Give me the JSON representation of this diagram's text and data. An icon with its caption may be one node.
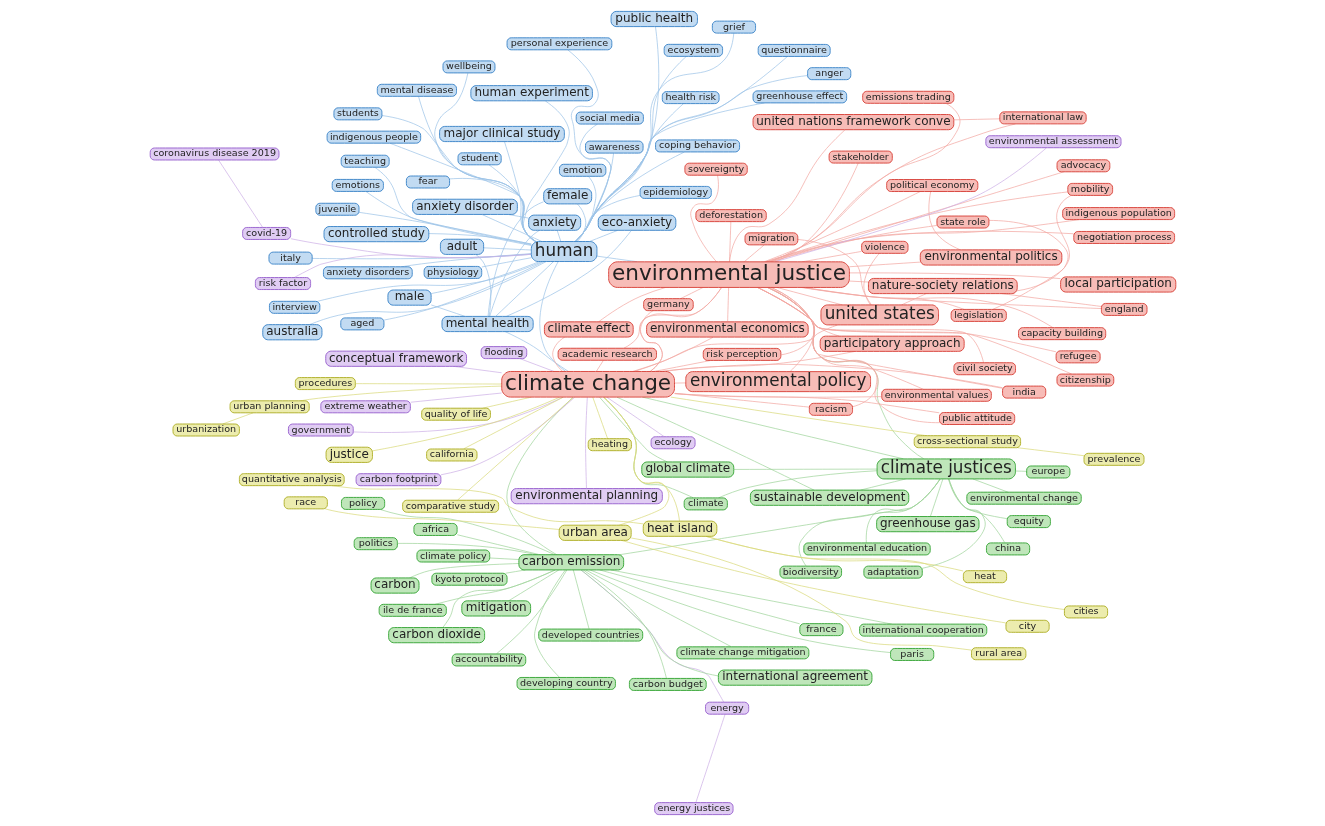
{
  "diagram": {
    "nodes": [
      {
        "text": [
          "ile de france"
        ]
      },
      {
        "text": [
          "paris"
        ]
      },
      {
        "text": [
          "developing country"
        ]
      },
      {
        "text": [
          "policy"
        ]
      },
      {
        "text": [
          "france"
        ]
      },
      {
        "text": [
          "climate policy"
        ]
      },
      {
        "text": [
          "carbon dioxide"
        ]
      },
      {
        "text": [
          "energy justices"
        ]
      },
      {
        "text": [
          "energy"
        ]
      },
      {
        "text": [
          "climate change mitigation"
        ]
      },
      {
        "text": [
          "carbon budget"
        ]
      },
      {
        "text": [
          "carbon"
        ]
      },
      {
        "text": [
          "international cooperation"
        ]
      },
      {
        "text": [
          "greenhouse effect"
        ]
      },
      {
        "text": [
          "personal experience"
        ]
      },
      {
        "text": [
          "developed countries"
        ]
      },
      {
        "text": [
          "international agreement"
        ]
      },
      {
        "text": [
          "indigenous people"
        ]
      },
      {
        "text": [
          "politics"
        ]
      },
      {
        "text": [
          "emotions"
        ]
      },
      {
        "text": [
          "mitigation"
        ]
      },
      {
        "text": [
          "kyoto protocol"
        ]
      },
      {
        "text": [
          "ecosystem"
        ]
      },
      {
        "text": [
          "grief"
        ]
      },
      {
        "text": [
          "africa"
        ]
      },
      {
        "text": [
          "adaptation"
        ]
      },
      {
        "text": [
          "anger"
        ]
      },
      {
        "text": [
          "carbon emission"
        ]
      },
      {
        "text": [
          "accountability"
        ]
      },
      {
        "text": [
          "coping behavior"
        ]
      },
      {
        "text": [
          "climate"
        ]
      },
      {
        "text": [
          "environmental education"
        ]
      },
      {
        "text": [
          "interview"
        ]
      },
      {
        "text": [
          "teaching"
        ]
      },
      {
        "text": [
          "global climate"
        ]
      },
      {
        "text": [
          "emotion"
        ]
      },
      {
        "text": [
          "environmental economics"
        ]
      },
      {
        "text": [
          "europe"
        ]
      },
      {
        "text": [
          "emissions trading"
        ]
      },
      {
        "text": [
          "biodiversity"
        ]
      },
      {
        "text": [
          "extreme weather"
        ]
      },
      {
        "text": [
          "students"
        ]
      },
      {
        "text": [
          "fear"
        ]
      },
      {
        "text": [
          "greenhouse gas"
        ]
      },
      {
        "text": [
          "climate justices"
        ]
      },
      {
        "text": [
          "carbon footprint"
        ]
      },
      {
        "text": [
          "eco-anxiety"
        ]
      },
      {
        "text": [
          "awareness"
        ]
      },
      {
        "text": [
          "ecology"
        ]
      },
      {
        "text": [
          "china"
        ]
      },
      {
        "text": [
          "government"
        ]
      },
      {
        "text": [
          "anxiety"
        ]
      },
      {
        "text": [
          "public health"
        ]
      },
      {
        "text": [
          "wellbeing"
        ]
      },
      {
        "text": [
          "sustainable development"
        ]
      },
      {
        "text": [
          "capacity building"
        ]
      },
      {
        "text": [
          "risk factor"
        ]
      },
      {
        "text": [
          "mental disease"
        ]
      },
      {
        "text": [
          "equity"
        ]
      },
      {
        "text": [
          "juvenile"
        ]
      },
      {
        "text": [
          "student"
        ]
      },
      {
        "text": [
          "conceptual framework"
        ]
      },
      {
        "text": [
          "mental health"
        ]
      },
      {
        "text": [
          "human"
        ]
      },
      {
        "text": [
          "negotiation process"
        ]
      },
      {
        "text": [
          "deforestation"
        ]
      },
      {
        "text": [
          "participatory approach"
        ]
      },
      {
        "text": [
          "environmental change"
        ]
      },
      {
        "text": [
          "physiology"
        ]
      },
      {
        "text": [
          "justice"
        ]
      },
      {
        "text": [
          "aged"
        ]
      },
      {
        "text": [
          "female"
        ]
      },
      {
        "text": [
          "adult"
        ]
      },
      {
        "text": [
          "environmental policy"
        ]
      },
      {
        "text": [
          "anxiety disorders"
        ]
      },
      {
        "text": [
          "climate change"
        ]
      },
      {
        "text": [
          "health risk"
        ]
      },
      {
        "text": [
          "civil society"
        ]
      },
      {
        "text": [
          "italy"
        ]
      },
      {
        "text": [
          "india"
        ]
      },
      {
        "text": [
          "quality of life"
        ]
      },
      {
        "text": [
          "anxiety disorder"
        ]
      },
      {
        "text": [
          "social media"
        ]
      },
      {
        "text": [
          "male"
        ]
      },
      {
        "text": [
          "united nations framework conve"
        ]
      },
      {
        "text": [
          "germany"
        ]
      },
      {
        "text": [
          "flooding"
        ]
      },
      {
        "text": [
          "climate effect"
        ]
      },
      {
        "text": [
          "major clinical study"
        ]
      },
      {
        "text": [
          "australia"
        ]
      },
      {
        "text": [
          "environmental justice"
        ]
      },
      {
        "text": [
          "sovereignty"
        ]
      },
      {
        "text": [
          "questionnaire"
        ]
      },
      {
        "text": [
          "human experiment"
        ]
      },
      {
        "text": [
          "controlled study"
        ]
      },
      {
        "text": [
          "environmental politics"
        ]
      },
      {
        "text": [
          "environmental values"
        ]
      },
      {
        "text": [
          "epidemiology"
        ]
      },
      {
        "text": [
          "environmental planning"
        ]
      },
      {
        "text": [
          "covid-19"
        ]
      },
      {
        "text": [
          "advocacy"
        ]
      },
      {
        "text": [
          "political economy"
        ]
      },
      {
        "text": [
          "stakeholder"
        ]
      },
      {
        "text": [
          "coronavirus disease 2019"
        ]
      },
      {
        "text": [
          "state role"
        ]
      },
      {
        "text": [
          "united states"
        ]
      },
      {
        "text": [
          "indigenous population"
        ]
      },
      {
        "text": [
          "urban planning"
        ]
      },
      {
        "text": [
          "prevalence"
        ]
      },
      {
        "text": [
          "international law"
        ]
      },
      {
        "text": [
          "local participation"
        ]
      },
      {
        "text": [
          "heating"
        ]
      },
      {
        "text": [
          "cross-sectional study"
        ]
      },
      {
        "text": [
          "migration"
        ]
      },
      {
        "text": [
          "academic research"
        ]
      },
      {
        "text": [
          "procedures"
        ]
      },
      {
        "text": [
          "urbanization"
        ]
      },
      {
        "text": [
          "citizenship"
        ]
      },
      {
        "text": [
          "legislation"
        ]
      },
      {
        "text": [
          "violence"
        ]
      },
      {
        "text": [
          "racism"
        ]
      },
      {
        "text": [
          "comparative study"
        ]
      },
      {
        "text": [
          "england"
        ]
      },
      {
        "text": [
          "city"
        ]
      },
      {
        "text": [
          "nature-society relations"
        ]
      },
      {
        "text": [
          "california"
        ]
      },
      {
        "text": [
          "risk perception"
        ]
      },
      {
        "text": [
          "race"
        ]
      },
      {
        "text": [
          "mobility"
        ]
      },
      {
        "text": [
          "urban area"
        ]
      },
      {
        "text": [
          "cities"
        ]
      },
      {
        "text": [
          "environmental assessment"
        ]
      },
      {
        "text": [
          "rural area"
        ]
      },
      {
        "text": [
          "heat island"
        ]
      },
      {
        "text": [
          "heat"
        ]
      },
      {
        "text": [
          "quantitative analysis"
        ]
      },
      {
        "text": [
          "refugee"
        ]
      },
      {
        "text": [
          "public attitude"
        ]
      }
    ],
    "edges": [
      {
        "from": 90,
        "to": 75,
        "arrow": "none"
      },
      {
        "from": 73,
        "to": 90,
        "arrow": "none"
      },
      {
        "from": 73,
        "to": 75,
        "arrow": "none"
      },
      {
        "from": 105,
        "to": 90,
        "arrow": "none"
      },
      {
        "from": 105,
        "to": 75,
        "arrow": "none"
      },
      {
        "from": 44,
        "to": 75,
        "arrow": "none",
        "color": "#9fd49a"
      },
      {
        "from": 44,
        "to": 90,
        "arrow": "none",
        "color": "#9fd49a"
      },
      {
        "from": 27,
        "to": 44,
        "arrow": "none",
        "color": "#9fd49a"
      },
      {
        "from": 27,
        "to": 75,
        "arrow": "none",
        "color": "#9fd49a"
      },
      {
        "from": 63,
        "to": 75,
        "arrow": "none",
        "color": "#9cc3e8"
      },
      {
        "from": 63,
        "to": 90,
        "arrow": "none",
        "color": "#9cc3e8"
      },
      {
        "from": 62,
        "to": 63,
        "arrow": "none",
        "color": "#9cc3e8"
      },
      {
        "from": 62,
        "to": 75,
        "arrow": "none",
        "color": "#9cc3e8"
      },
      {
        "from": 69,
        "to": 75,
        "arrow": "none",
        "color": "#d9d97a"
      },
      {
        "from": 61,
        "to": 75,
        "arrow": "none",
        "color": "#cdb0e6"
      },
      {
        "from": 0,
        "to": 27,
        "arrow": "none",
        "color": "#9fd49a"
      },
      {
        "from": 1,
        "to": 27,
        "arrow": "none",
        "color": "#9fd49a"
      },
      {
        "from": 2,
        "to": 27,
        "arrow": "none",
        "color": "#9fd49a"
      },
      {
        "from": 3,
        "to": 27,
        "arrow": "none",
        "color": "#9fd49a"
      },
      {
        "from": 4,
        "to": 27,
        "arrow": "none",
        "color": "#9fd49a"
      },
      {
        "from": 5,
        "to": 27,
        "arrow": "none",
        "color": "#9fd49a"
      },
      {
        "from": 6,
        "to": 27,
        "arrow": "none",
        "color": "#9fd49a"
      },
      {
        "from": 9,
        "to": 27,
        "arrow": "none",
        "color": "#9fd49a"
      },
      {
        "from": 10,
        "to": 27,
        "arrow": "none",
        "color": "#9fd49a"
      },
      {
        "from": 11,
        "to": 27,
        "arrow": "none",
        "color": "#9fd49a"
      },
      {
        "from": 12,
        "to": 27,
        "arrow": "none",
        "color": "#9fd49a"
      },
      {
        "from": 15,
        "to": 27,
        "arrow": "none",
        "color": "#9fd49a"
      },
      {
        "from": 16,
        "to": 27,
        "arrow": "none",
        "color": "#9fd49a"
      },
      {
        "from": 18,
        "to": 27,
        "arrow": "none",
        "color": "#9fd49a"
      },
      {
        "from": 20,
        "to": 27,
        "arrow": "none",
        "color": "#9fd49a"
      },
      {
        "from": 21,
        "to": 27,
        "arrow": "none",
        "color": "#9fd49a"
      },
      {
        "from": 24,
        "to": 27,
        "arrow": "none",
        "color": "#9fd49a"
      },
      {
        "from": 28,
        "to": 27,
        "arrow": "none",
        "color": "#9fd49a"
      },
      {
        "from": 25,
        "to": 44,
        "arrow": "none",
        "color": "#9fd49a"
      },
      {
        "from": 30,
        "to": 44,
        "arrow": "none",
        "color": "#9fd49a"
      },
      {
        "from": 31,
        "to": 44,
        "arrow": "none",
        "color": "#9fd49a"
      },
      {
        "from": 34,
        "to": 44,
        "arrow": "none",
        "color": "#9fd49a"
      },
      {
        "from": 37,
        "to": 44,
        "arrow": "none",
        "color": "#9fd49a"
      },
      {
        "from": 39,
        "to": 44,
        "arrow": "none",
        "color": "#9fd49a"
      },
      {
        "from": 43,
        "to": 44,
        "arrow": "none",
        "color": "#9fd49a"
      },
      {
        "from": 49,
        "to": 44,
        "arrow": "none",
        "color": "#9fd49a"
      },
      {
        "from": 54,
        "to": 44,
        "arrow": "none",
        "color": "#9fd49a"
      },
      {
        "from": 58,
        "to": 44,
        "arrow": "none",
        "color": "#9fd49a"
      },
      {
        "from": 67,
        "to": 44,
        "arrow": "none",
        "color": "#9fd49a"
      },
      {
        "from": 30,
        "to": 75,
        "arrow": "none",
        "color": "#9fd49a"
      },
      {
        "from": 34,
        "to": 75,
        "arrow": "none",
        "color": "#9fd49a"
      },
      {
        "from": 54,
        "to": 75,
        "arrow": "none",
        "color": "#9fd49a"
      },
      {
        "from": 13,
        "to": 63,
        "arrow": "none",
        "color": "#9cc3e8"
      },
      {
        "from": 14,
        "to": 63,
        "arrow": "none",
        "color": "#9cc3e8"
      },
      {
        "from": 17,
        "to": 63,
        "arrow": "none",
        "color": "#9cc3e8"
      },
      {
        "from": 19,
        "to": 63,
        "arrow": "none",
        "color": "#9cc3e8"
      },
      {
        "from": 22,
        "to": 63,
        "arrow": "none",
        "color": "#9cc3e8"
      },
      {
        "from": 23,
        "to": 63,
        "arrow": "none",
        "color": "#9cc3e8"
      },
      {
        "from": 26,
        "to": 63,
        "arrow": "none",
        "color": "#9cc3e8"
      },
      {
        "from": 29,
        "to": 63,
        "arrow": "none",
        "color": "#9cc3e8"
      },
      {
        "from": 32,
        "to": 63,
        "arrow": "none",
        "color": "#9cc3e8"
      },
      {
        "from": 33,
        "to": 63,
        "arrow": "none",
        "color": "#9cc3e8"
      },
      {
        "from": 35,
        "to": 63,
        "arrow": "none",
        "color": "#9cc3e8"
      },
      {
        "from": 41,
        "to": 63,
        "arrow": "none",
        "color": "#9cc3e8"
      },
      {
        "from": 42,
        "to": 63,
        "arrow": "none",
        "color": "#9cc3e8"
      },
      {
        "from": 46,
        "to": 63,
        "arrow": "none",
        "color": "#9cc3e8"
      },
      {
        "from": 47,
        "to": 63,
        "arrow": "none",
        "color": "#9cc3e8"
      },
      {
        "from": 51,
        "to": 63,
        "arrow": "none",
        "color": "#9cc3e8"
      },
      {
        "from": 52,
        "to": 63,
        "arrow": "none",
        "color": "#9cc3e8"
      },
      {
        "from": 53,
        "to": 63,
        "arrow": "none",
        "color": "#9cc3e8"
      },
      {
        "from": 57,
        "to": 63,
        "arrow": "none",
        "color": "#9cc3e8"
      },
      {
        "from": 59,
        "to": 63,
        "arrow": "none",
        "color": "#9cc3e8"
      },
      {
        "from": 60,
        "to": 63,
        "arrow": "none",
        "color": "#9cc3e8"
      },
      {
        "from": 68,
        "to": 63,
        "arrow": "none",
        "color": "#9cc3e8"
      },
      {
        "from": 70,
        "to": 63,
        "arrow": "none",
        "color": "#9cc3e8"
      },
      {
        "from": 71,
        "to": 63,
        "arrow": "none",
        "color": "#9cc3e8"
      },
      {
        "from": 72,
        "to": 63,
        "arrow": "none",
        "color": "#9cc3e8"
      },
      {
        "from": 74,
        "to": 63,
        "arrow": "none",
        "color": "#9cc3e8"
      },
      {
        "from": 76,
        "to": 63,
        "arrow": "none",
        "color": "#9cc3e8"
      },
      {
        "from": 78,
        "to": 63,
        "arrow": "none",
        "color": "#9cc3e8"
      },
      {
        "from": 81,
        "to": 63,
        "arrow": "none",
        "color": "#9cc3e8"
      },
      {
        "from": 82,
        "to": 63,
        "arrow": "none",
        "color": "#9cc3e8"
      },
      {
        "from": 83,
        "to": 63,
        "arrow": "none",
        "color": "#9cc3e8"
      },
      {
        "from": 88,
        "to": 63,
        "arrow": "none",
        "color": "#9cc3e8"
      },
      {
        "from": 89,
        "to": 63,
        "arrow": "none",
        "color": "#9cc3e8"
      },
      {
        "from": 92,
        "to": 63,
        "arrow": "none",
        "color": "#9cc3e8"
      },
      {
        "from": 93,
        "to": 63,
        "arrow": "none",
        "color": "#9cc3e8"
      },
      {
        "from": 94,
        "to": 63,
        "arrow": "none",
        "color": "#9cc3e8"
      },
      {
        "from": 97,
        "to": 63,
        "arrow": "none",
        "color": "#9cc3e8"
      },
      {
        "from": 46,
        "to": 62,
        "arrow": "none",
        "color": "#9cc3e8"
      },
      {
        "from": 51,
        "to": 62,
        "arrow": "none",
        "color": "#9cc3e8"
      },
      {
        "from": 71,
        "to": 62,
        "arrow": "none",
        "color": "#9cc3e8"
      },
      {
        "from": 72,
        "to": 62,
        "arrow": "none",
        "color": "#9cc3e8"
      },
      {
        "from": 83,
        "to": 62,
        "arrow": "none",
        "color": "#9cc3e8"
      },
      {
        "from": 81,
        "to": 51,
        "arrow": "none",
        "color": "#9cc3e8"
      },
      {
        "from": 36,
        "to": 90,
        "arrow": "none"
      },
      {
        "from": 38,
        "to": 90,
        "arrow": "none"
      },
      {
        "from": 55,
        "to": 90,
        "arrow": "none"
      },
      {
        "from": 64,
        "to": 90,
        "arrow": "none"
      },
      {
        "from": 65,
        "to": 90,
        "arrow": "none"
      },
      {
        "from": 66,
        "to": 90,
        "arrow": "none"
      },
      {
        "from": 77,
        "to": 90,
        "arrow": "none"
      },
      {
        "from": 79,
        "to": 90,
        "arrow": "none"
      },
      {
        "from": 84,
        "to": 90,
        "arrow": "none"
      },
      {
        "from": 85,
        "to": 90,
        "arrow": "none"
      },
      {
        "from": 87,
        "to": 90,
        "arrow": "none"
      },
      {
        "from": 91,
        "to": 90,
        "arrow": "none"
      },
      {
        "from": 95,
        "to": 90,
        "arrow": "none"
      },
      {
        "from": 96,
        "to": 90,
        "arrow": "none"
      },
      {
        "from": 100,
        "to": 90,
        "arrow": "none"
      },
      {
        "from": 101,
        "to": 90,
        "arrow": "none"
      },
      {
        "from": 102,
        "to": 90,
        "arrow": "none"
      },
      {
        "from": 104,
        "to": 90,
        "arrow": "none"
      },
      {
        "from": 106,
        "to": 90,
        "arrow": "none"
      },
      {
        "from": 109,
        "to": 90,
        "arrow": "none"
      },
      {
        "from": 110,
        "to": 90,
        "arrow": "none"
      },
      {
        "from": 113,
        "to": 90,
        "arrow": "none"
      },
      {
        "from": 114,
        "to": 90,
        "arrow": "none"
      },
      {
        "from": 117,
        "to": 90,
        "arrow": "none"
      },
      {
        "from": 118,
        "to": 90,
        "arrow": "none"
      },
      {
        "from": 119,
        "to": 90,
        "arrow": "none"
      },
      {
        "from": 120,
        "to": 90,
        "arrow": "none"
      },
      {
        "from": 122,
        "to": 90,
        "arrow": "none"
      },
      {
        "from": 124,
        "to": 90,
        "arrow": "none"
      },
      {
        "from": 126,
        "to": 90,
        "arrow": "none"
      },
      {
        "from": 128,
        "to": 90,
        "arrow": "none"
      },
      {
        "from": 136,
        "to": 90,
        "arrow": "none"
      },
      {
        "from": 137,
        "to": 90,
        "arrow": "none"
      },
      {
        "from": 36,
        "to": 75,
        "arrow": "none"
      },
      {
        "from": 66,
        "to": 75,
        "arrow": "none"
      },
      {
        "from": 79,
        "to": 75,
        "arrow": "none"
      },
      {
        "from": 85,
        "to": 75,
        "arrow": "none"
      },
      {
        "from": 87,
        "to": 75,
        "arrow": "none"
      },
      {
        "from": 96,
        "to": 75,
        "arrow": "none"
      },
      {
        "from": 114,
        "to": 75,
        "arrow": "none"
      },
      {
        "from": 120,
        "to": 75,
        "arrow": "none"
      },
      {
        "from": 126,
        "to": 75,
        "arrow": "none"
      },
      {
        "from": 137,
        "to": 75,
        "arrow": "none"
      },
      {
        "from": 124,
        "to": 105,
        "arrow": "none"
      },
      {
        "from": 113,
        "to": 105,
        "arrow": "none"
      },
      {
        "from": 119,
        "to": 105,
        "arrow": "none"
      },
      {
        "from": 101,
        "to": 95,
        "arrow": "none"
      },
      {
        "from": 109,
        "to": 84,
        "arrow": "none"
      },
      {
        "from": 118,
        "to": 104,
        "arrow": "none"
      },
      {
        "from": 122,
        "to": 124,
        "arrow": "none"
      },
      {
        "from": 128,
        "to": 124,
        "arrow": "none"
      },
      {
        "from": 80,
        "to": 75,
        "arrow": "none",
        "color": "#d9d97a"
      },
      {
        "from": 107,
        "to": 75,
        "arrow": "none",
        "color": "#d9d97a"
      },
      {
        "from": 111,
        "to": 75,
        "arrow": "none",
        "color": "#d9d97a"
      },
      {
        "from": 115,
        "to": 75,
        "arrow": "none",
        "color": "#d9d97a"
      },
      {
        "from": 116,
        "to": 107,
        "arrow": "none",
        "color": "#d9d97a"
      },
      {
        "from": 108,
        "to": 112,
        "arrow": "none",
        "color": "#d9d97a"
      },
      {
        "from": 112,
        "to": 75,
        "arrow": "none",
        "color": "#d9d97a"
      },
      {
        "from": 121,
        "to": 75,
        "arrow": "none",
        "color": "#d9d97a"
      },
      {
        "from": 123,
        "to": 129,
        "arrow": "none",
        "color": "#d9d97a"
      },
      {
        "from": 125,
        "to": 75,
        "arrow": "none",
        "color": "#d9d97a"
      },
      {
        "from": 127,
        "to": 129,
        "arrow": "none",
        "color": "#d9d97a"
      },
      {
        "from": 129,
        "to": 75,
        "arrow": "none",
        "color": "#d9d97a"
      },
      {
        "from": 130,
        "to": 133,
        "arrow": "none",
        "color": "#d9d97a"
      },
      {
        "from": 132,
        "to": 129,
        "arrow": "none",
        "color": "#d9d97a"
      },
      {
        "from": 133,
        "to": 75,
        "arrow": "none",
        "color": "#d9d97a"
      },
      {
        "from": 134,
        "to": 133,
        "arrow": "none",
        "color": "#d9d97a"
      },
      {
        "from": 135,
        "to": 133,
        "arrow": "none",
        "color": "#d9d97a"
      },
      {
        "from": 7,
        "to": 8,
        "arrow": "none",
        "color": "#cdb0e6"
      },
      {
        "from": 8,
        "to": 27,
        "arrow": "none",
        "color": "#cdb0e6"
      },
      {
        "from": 40,
        "to": 75,
        "arrow": "none",
        "color": "#cdb0e6"
      },
      {
        "from": 45,
        "to": 75,
        "arrow": "none",
        "color": "#cdb0e6"
      },
      {
        "from": 48,
        "to": 75,
        "arrow": "none",
        "color": "#cdb0e6"
      },
      {
        "from": 50,
        "to": 75,
        "arrow": "none",
        "color": "#cdb0e6"
      },
      {
        "from": 56,
        "to": 63,
        "arrow": "none",
        "color": "#cdb0e6"
      },
      {
        "from": 86,
        "to": 75,
        "arrow": "none",
        "color": "#cdb0e6"
      },
      {
        "from": 98,
        "to": 75,
        "arrow": "none",
        "color": "#cdb0e6"
      },
      {
        "from": 99,
        "to": 63,
        "arrow": "none",
        "color": "#cdb0e6"
      },
      {
        "from": 103,
        "to": 99,
        "arrow": "none",
        "color": "#cdb0e6"
      },
      {
        "from": 131,
        "to": 90,
        "arrow": "none",
        "color": "#cdb0e6"
      }
    ]
  }
}
